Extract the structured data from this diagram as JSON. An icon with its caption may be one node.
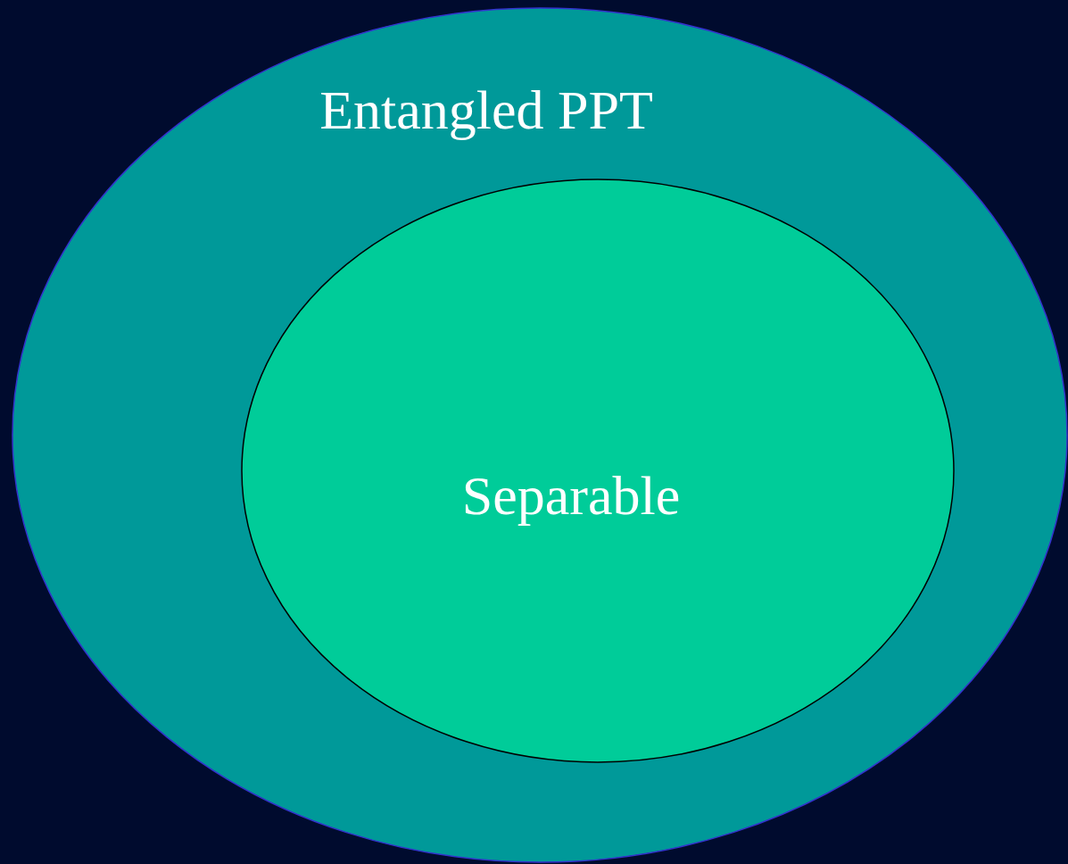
{
  "diagram": {
    "nodes": [
      {
        "text": [
          "Entangled PPT"
        ]
      },
      {
        "text": [
          "Separable"
        ],
        "in": 0
      }
    ]
  }
}
